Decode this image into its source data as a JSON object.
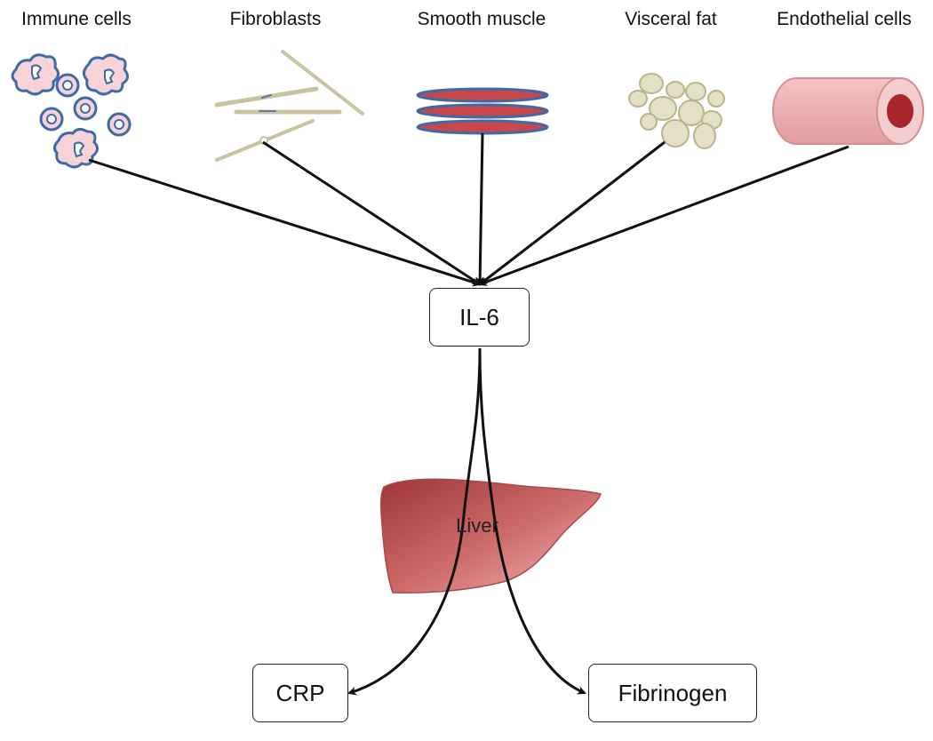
{
  "diagram": {
    "sources": [
      {
        "id": "immune",
        "label": "Immune cells",
        "icon": "immune-cells-icon"
      },
      {
        "id": "fibro",
        "label": "Fibroblasts",
        "icon": "fibroblasts-icon"
      },
      {
        "id": "smooth",
        "label": "Smooth muscle",
        "icon": "smooth-muscle-icon"
      },
      {
        "id": "fat",
        "label": "Visceral fat",
        "icon": "visceral-fat-icon"
      },
      {
        "id": "endo",
        "label": "Endothelial cells",
        "icon": "endothelial-cells-icon"
      }
    ],
    "hub": {
      "label": "IL-6"
    },
    "organ": {
      "label": "Liver",
      "icon": "liver-icon"
    },
    "outputs": [
      {
        "id": "crp",
        "label": "CRP"
      },
      {
        "id": "fibrinogen",
        "label": "Fibrinogen"
      }
    ],
    "colors": {
      "cell_outline": "#3f6aa6",
      "cell_fill": "#f5d3d6",
      "fibroblast": "#c9c4a0",
      "muscle_red": "#c8474a",
      "fat_fill": "#e3e0c6",
      "vessel_outer": "#e8a3a6",
      "vessel_lumen": "#a8262b",
      "liver_dark": "#a83c3d",
      "liver_light": "#f0b3b1"
    }
  }
}
